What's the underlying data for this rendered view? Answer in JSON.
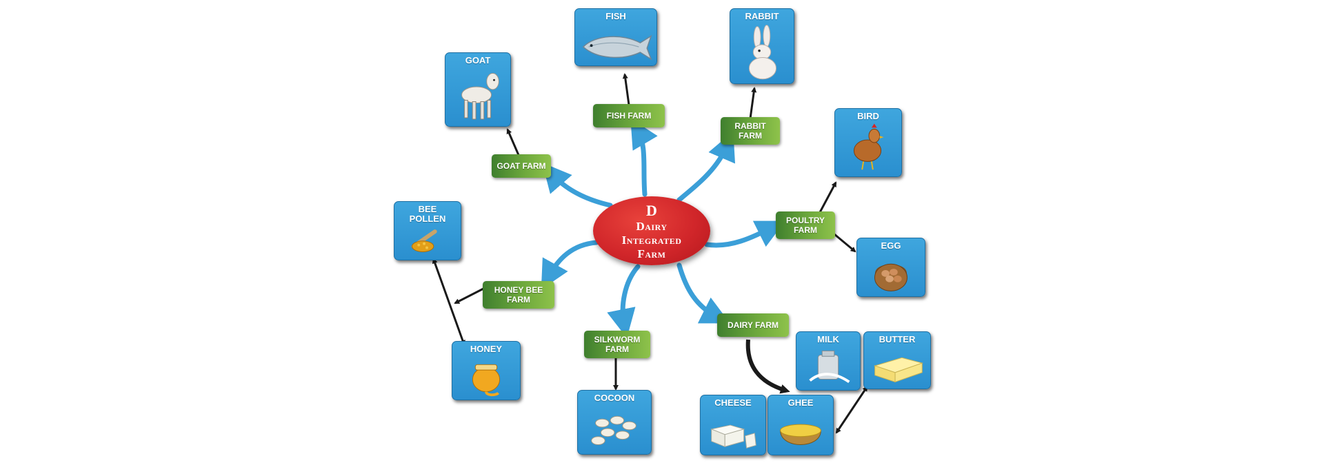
{
  "hub": {
    "logo": "D",
    "title_lines": [
      "Dairy",
      "Integrated",
      "Farm"
    ]
  },
  "farms": {
    "fish": {
      "lines": [
        "FISH FARM"
      ]
    },
    "rabbit": {
      "lines": [
        "RABBIT",
        "FARM"
      ]
    },
    "goat": {
      "lines": [
        "GOAT FARM"
      ]
    },
    "poultry": {
      "lines": [
        "POULTRY",
        "FARM"
      ]
    },
    "honeybee": {
      "lines": [
        "HONEY BEE",
        "FARM"
      ]
    },
    "silkworm": {
      "lines": [
        "SILKWORM",
        "FARM"
      ]
    },
    "dairy": {
      "lines": [
        "DAIRY FARM"
      ]
    }
  },
  "products": {
    "fish": {
      "label": "FISH",
      "icon": "fish-icon"
    },
    "rabbit": {
      "label": "RABBIT",
      "icon": "rabbit-icon"
    },
    "goat": {
      "label": "GOAT",
      "icon": "goat-icon"
    },
    "bird": {
      "label": "BIRD",
      "icon": "hen-icon"
    },
    "egg": {
      "label": "EGG",
      "icon": "egg-basket-icon"
    },
    "bee_pollen": {
      "label_lines": [
        "BEE",
        "POLLEN"
      ],
      "icon": "pollen-scoop-icon"
    },
    "honey": {
      "label": "HONEY",
      "icon": "honey-pot-icon"
    },
    "cocoon": {
      "label": "COCOON",
      "icon": "cocoon-icon"
    },
    "milk": {
      "label": "MILK",
      "icon": "milk-can-icon"
    },
    "butter": {
      "label": "BUTTER",
      "icon": "butter-block-icon"
    },
    "cheese": {
      "label": "CHEESE",
      "icon": "cheese-block-icon"
    },
    "ghee": {
      "label": "GHEE",
      "icon": "ghee-bowl-icon"
    }
  },
  "colors": {
    "hub_red": "#d1262a",
    "product_blue": "#2f9ad6",
    "farm_green": "#5c9a35",
    "connector_blue": "#3b9fd8",
    "arrow_dark": "#1a1a1a"
  }
}
